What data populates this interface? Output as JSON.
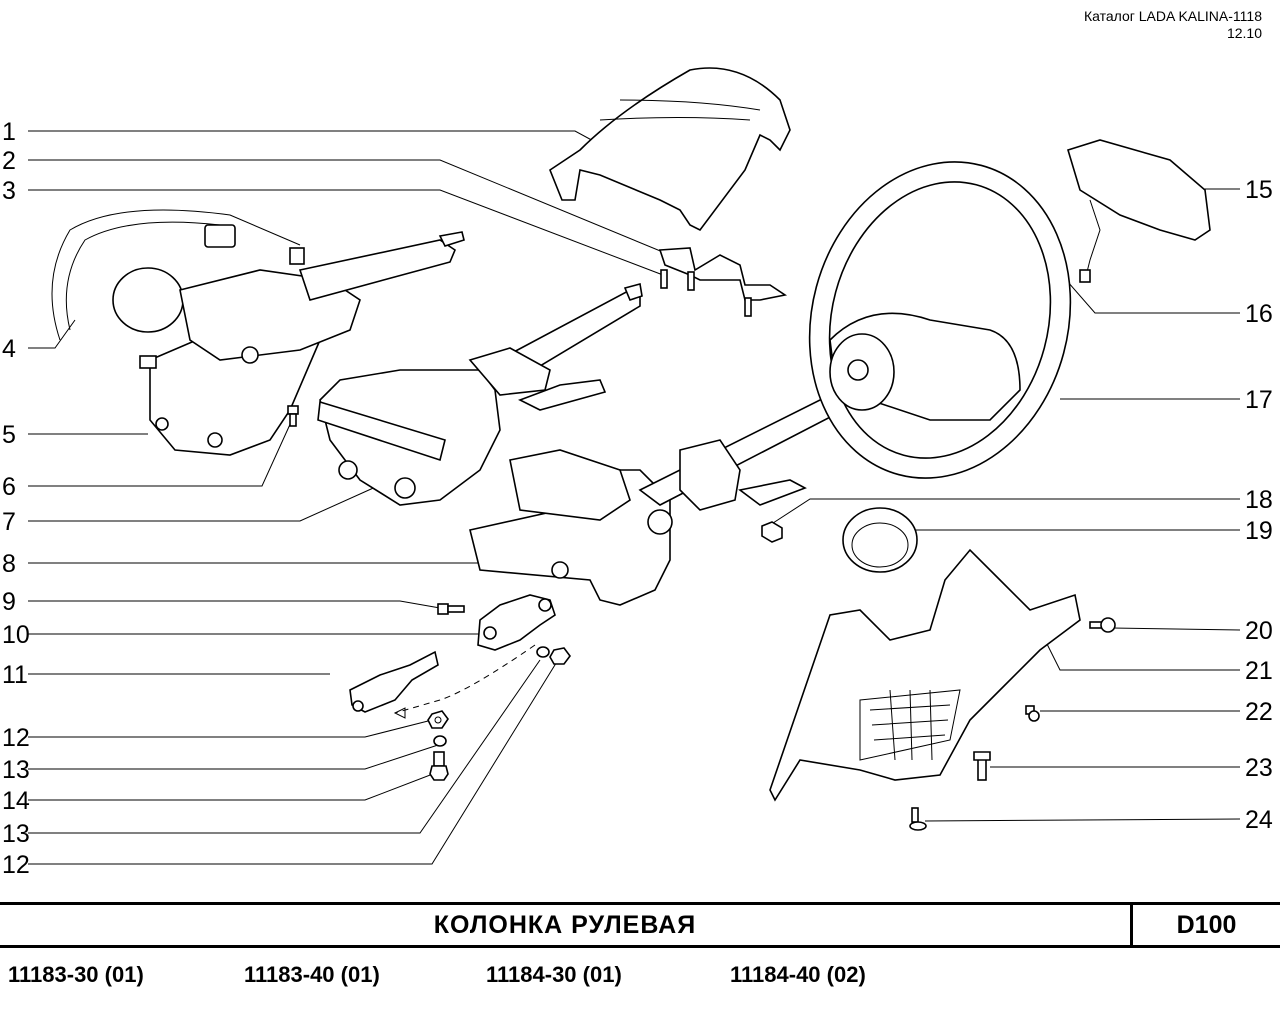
{
  "header": {
    "catalog": "Каталог LADA KALINA-1118",
    "date": "12.10"
  },
  "footer": {
    "title": "КОЛОНКА   РУЛЕВАЯ",
    "code": "D100"
  },
  "models": [
    "11183-30 (01)",
    "11183-40 (01)",
    "11184-30 (01)",
    "11184-40 (02)"
  ],
  "callouts_left": [
    "1",
    "2",
    "3",
    "4",
    "5",
    "6",
    "7",
    "8",
    "9",
    "10",
    "11",
    "12",
    "13",
    "14",
    "13",
    "12"
  ],
  "callouts_right": [
    "15",
    "16",
    "17",
    "18",
    "19",
    "20",
    "21",
    "22",
    "23",
    "24"
  ]
}
